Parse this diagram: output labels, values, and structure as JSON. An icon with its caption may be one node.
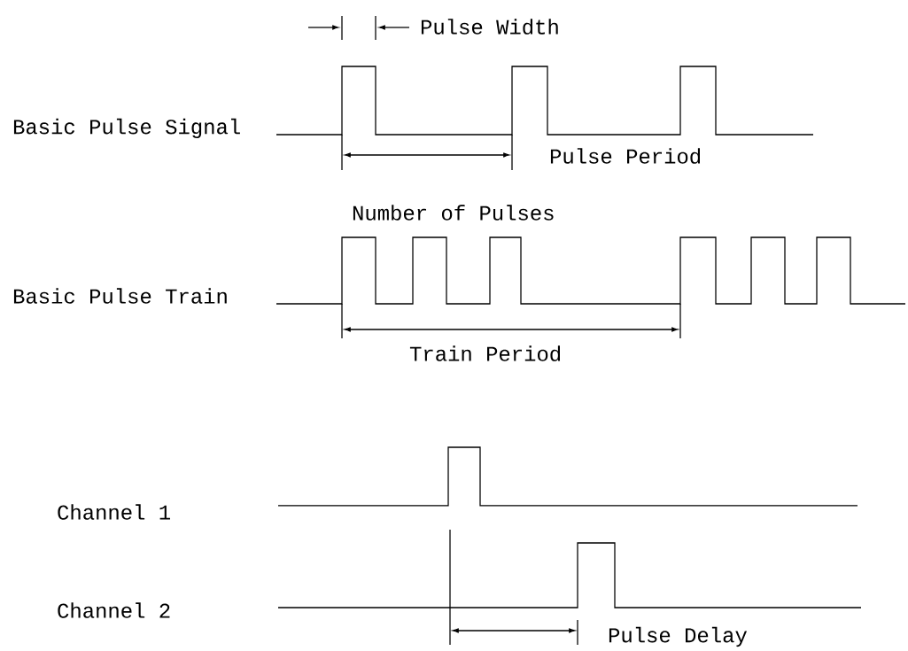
{
  "diagram": {
    "labels": [
      "Pulse Width",
      "Basic Pulse Signal",
      "Pulse Period",
      "Number of Pulses",
      "Basic Pulse Train",
      "Train Period",
      "Channel 1",
      "Channel 2",
      "Pulse Delay"
    ]
  }
}
